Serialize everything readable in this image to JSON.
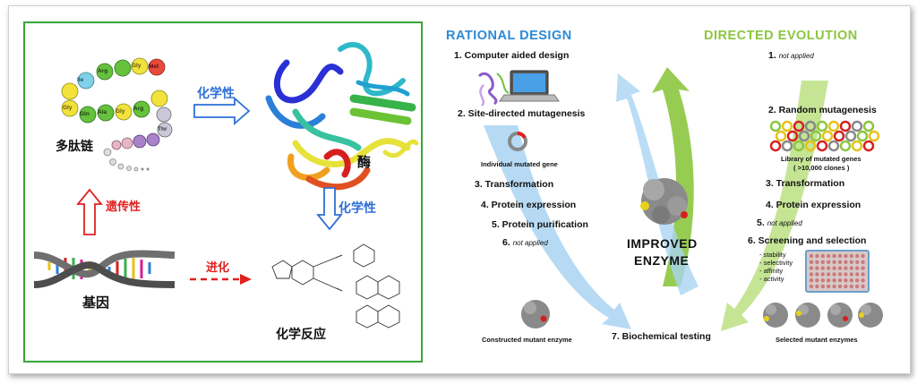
{
  "left_panel": {
    "polypeptide_label": "多肽链",
    "enzyme_label": "酶",
    "gene_label": "基因",
    "reaction_label": "化学反应",
    "arrow_chemistry_1": "化学性",
    "arrow_chemistry_2": "化学性",
    "arrow_heredity": "遗传性",
    "arrow_evolution": "进化",
    "amino_acids": [
      "Ile",
      "Arg",
      "Gly",
      "Met",
      "Gly",
      "Ala",
      "Gly",
      "Arg",
      "Gln",
      "Thr"
    ]
  },
  "right_panel": {
    "rational_title": "RATIONAL DESIGN",
    "directed_title": "DIRECTED EVOLUTION",
    "r_step1": "1. Computer aided design",
    "r_step2": "2. Site-directed mutagenesis",
    "r_gene_caption": "Individual mutated gene",
    "r_step3": "3. Transformation",
    "r_step4": "4. Protein expression",
    "r_step5": "5. Protein purification",
    "r_step6_num": "6.",
    "r_step6_note": "not applied",
    "d_step1_num": "1.",
    "d_step1_note": "not applied",
    "d_step2": "2. Random mutagenesis",
    "d_library_line1": "Library of mutated genes",
    "d_library_line2": "( >10,000 clones )",
    "d_step3": "3. Transformation",
    "d_step4": "4. Protein expression",
    "d_step5_num": "5.",
    "d_step5_note": "not applied",
    "d_step6": "6. Screening and selection",
    "d_criteria": [
      "- stability",
      "- selectivity",
      "- affinity",
      "- activity"
    ],
    "center_line1": "IMPROVED",
    "center_line2": "ENZYME",
    "step7": "7. Biochemical testing",
    "constructed_caption": "Constructed mutant enzyme",
    "selected_caption": "Selected mutant enzymes"
  },
  "colors": {
    "rational": "#2d8ad6",
    "directed": "#8cc63f",
    "box_border": "#39a53a",
    "red_arrow": "#e02020",
    "blue_arrow": "#2f6fd6"
  }
}
